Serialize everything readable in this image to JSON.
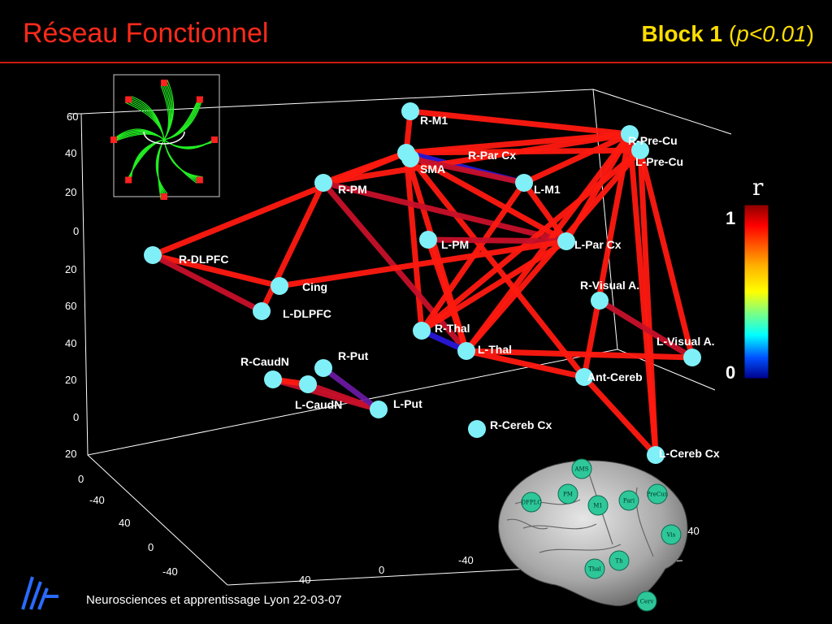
{
  "header": {
    "title": "Réseau Fonctionnel",
    "block_label": "Block 1",
    "p_open": " (",
    "p_value": "p<0.01",
    "p_close": ")"
  },
  "colorbar": {
    "symbol": "r",
    "max_label": "1",
    "min_label": "0"
  },
  "footer": {
    "text": "Neurosciences et apprentissage Lyon 22-03-07"
  },
  "axes": {
    "z_ticks": [
      "60",
      "40",
      "20",
      "0",
      "20",
      "60",
      "40",
      "20",
      "0",
      "20"
    ],
    "y_ticks": [
      "0",
      "-40",
      "40",
      "0",
      "-40",
      "40"
    ],
    "x_ticks": [
      "0",
      "-40",
      "-40"
    ]
  },
  "nodes": [
    {
      "id": "R-M1",
      "label": "R-M1"
    },
    {
      "id": "R-Pre-Cu",
      "label": "R-Pre-Cu"
    },
    {
      "id": "R-Par Cx",
      "label": "R-Par Cx"
    },
    {
      "id": "L-Pre-Cu",
      "label": "L-Pre-Cu"
    },
    {
      "id": "SMA",
      "label": "SMA"
    },
    {
      "id": "R-PM",
      "label": "R-PM"
    },
    {
      "id": "L-M1",
      "label": "L-M1"
    },
    {
      "id": "L-PM",
      "label": "L-PM"
    },
    {
      "id": "L-Par Cx",
      "label": "L-Par Cx"
    },
    {
      "id": "R-DLPFC",
      "label": "R-DLPFC"
    },
    {
      "id": "Cing",
      "label": "Cing"
    },
    {
      "id": "L-DLPFC",
      "label": "L-DLPFC"
    },
    {
      "id": "R-Visual A.",
      "label": "R-Visual A."
    },
    {
      "id": "R-Thal",
      "label": "R-Thal"
    },
    {
      "id": "L-Thal",
      "label": "L-Thal"
    },
    {
      "id": "L-Visual A.",
      "label": "L-Visual A."
    },
    {
      "id": "Ant-Cereb",
      "label": "Ant-Cereb"
    },
    {
      "id": "R-CaudN",
      "label": "R-CaudN"
    },
    {
      "id": "R-Put",
      "label": "R-Put"
    },
    {
      "id": "L-CaudN",
      "label": "L-CaudN"
    },
    {
      "id": "L-Put",
      "label": "L-Put"
    },
    {
      "id": "R-Cereb Cx",
      "label": "R-Cereb Cx"
    },
    {
      "id": "L-Cereb Cx",
      "label": "L-Cereb Cx"
    }
  ],
  "connections": [
    {
      "from": "R-M1",
      "to": "R-Par Cx",
      "r": 0.95
    },
    {
      "from": "R-M1",
      "to": "R-Pre-Cu",
      "r": 0.95
    },
    {
      "from": "R-Par Cx",
      "to": "R-Pre-Cu",
      "r": 0.95
    },
    {
      "from": "R-Par Cx",
      "to": "L-Pre-Cu",
      "r": 0.95
    },
    {
      "from": "R-Par Cx",
      "to": "L-M1",
      "r": 0.1
    },
    {
      "from": "R-Par Cx",
      "to": "R-PM",
      "r": 0.95
    },
    {
      "from": "R-Par Cx",
      "to": "R-DLPFC",
      "r": 0.95
    },
    {
      "from": "R-Par Cx",
      "to": "L-Par Cx",
      "r": 0.95
    },
    {
      "from": "R-Par Cx",
      "to": "R-Thal",
      "r": 0.95
    },
    {
      "from": "R-Par Cx",
      "to": "L-Thal",
      "r": 0.95
    },
    {
      "from": "R-Par Cx",
      "to": "Ant-Cereb",
      "r": 0.95
    },
    {
      "from": "R-PM",
      "to": "R-Pre-Cu",
      "r": 0.95
    },
    {
      "from": "R-PM",
      "to": "L-Par Cx",
      "r": 0.85
    },
    {
      "from": "R-PM",
      "to": "L-DLPFC",
      "r": 0.95
    },
    {
      "from": "R-PM",
      "to": "L-Thal",
      "r": 0.85
    },
    {
      "from": "L-M1",
      "to": "R-Pre-Cu",
      "r": 0.95
    },
    {
      "from": "L-M1",
      "to": "L-Par Cx",
      "r": 0.95
    },
    {
      "from": "L-M1",
      "to": "R-Thal",
      "r": 0.95
    },
    {
      "from": "L-M1",
      "to": "SMA",
      "r": 0.85
    },
    {
      "from": "R-Pre-Cu",
      "to": "L-Par Cx",
      "r": 0.95
    },
    {
      "from": "R-Pre-Cu",
      "to": "L-Thal",
      "r": 0.95
    },
    {
      "from": "R-Pre-Cu",
      "to": "L-Cereb Cx",
      "r": 0.95
    },
    {
      "from": "R-Pre-Cu",
      "to": "Ant-Cereb",
      "r": 0.95
    },
    {
      "from": "L-Pre-Cu",
      "to": "L-Visual A.",
      "r": 0.95
    },
    {
      "from": "L-Pre-Cu",
      "to": "L-Cereb Cx",
      "r": 0.95
    },
    {
      "from": "L-Pre-Cu",
      "to": "R-Thal",
      "r": 0.95
    },
    {
      "from": "L-Pre-Cu",
      "to": "L-Thal",
      "r": 0.95
    },
    {
      "from": "L-PM",
      "to": "L-Thal",
      "r": 0.95
    },
    {
      "from": "L-PM",
      "to": "L-Par Cx",
      "r": 0.85
    },
    {
      "from": "L-Par Cx",
      "to": "Cing",
      "r": 0.95
    },
    {
      "from": "L-Par Cx",
      "to": "R-Thal",
      "r": 0.95
    },
    {
      "from": "R-DLPFC",
      "to": "Cing",
      "r": 0.95
    },
    {
      "from": "R-DLPFC",
      "to": "L-DLPFC",
      "r": 0.85
    },
    {
      "from": "R-Visual A.",
      "to": "L-Visual A.",
      "r": 0.85
    },
    {
      "from": "R-Thal",
      "to": "L-Thal",
      "r": 0.05
    },
    {
      "from": "L-Thal",
      "to": "L-Visual A.",
      "r": 0.95
    },
    {
      "from": "L-Thal",
      "to": "Ant-Cereb",
      "r": 0.95
    },
    {
      "from": "Ant-Cereb",
      "to": "L-Cereb Cx",
      "r": 0.95
    },
    {
      "from": "R-CaudN",
      "to": "L-Put",
      "r": 0.85
    },
    {
      "from": "R-CaudN",
      "to": "L-CaudN",
      "r": 0.95
    },
    {
      "from": "L-CaudN",
      "to": "L-Put",
      "r": 0.85
    },
    {
      "from": "R-Put",
      "to": "L-Put",
      "r": 0.2
    }
  ],
  "brain_map": {
    "regions": [
      "AMS",
      "DFPLC",
      "PM",
      "M1",
      "Pari",
      "PreCun",
      "Vis",
      "Thal",
      "Th",
      "Cerv"
    ]
  },
  "colors": {
    "title": "#ff2a1a",
    "block_title": "#ffdd00",
    "node": "#7ff0f7",
    "trajectory": "#22ee22"
  }
}
